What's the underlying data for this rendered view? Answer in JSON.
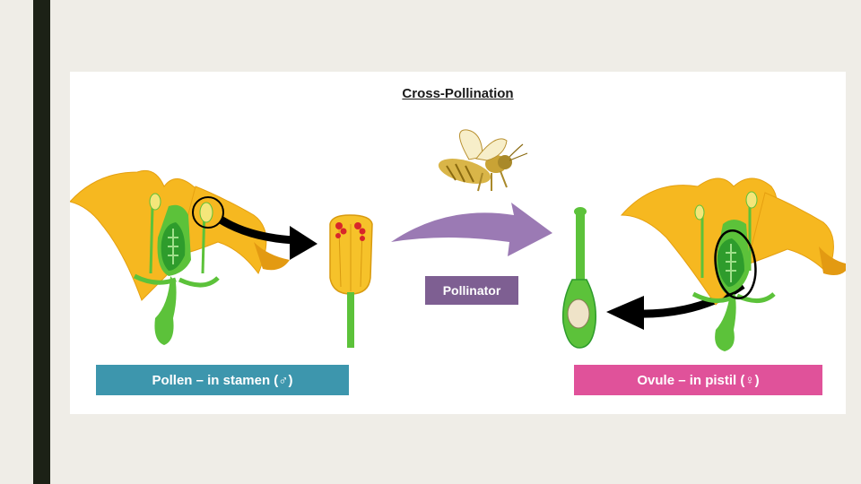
{
  "title": "Cross-Pollination",
  "pollinator_label": "Pollinator",
  "left_label": "Pollen – in stamen (♂)",
  "right_label": "Ovule – in pistil (♀)",
  "colors": {
    "petal": "#f6b820",
    "stem": "#5cc23a",
    "ovary": "#2e9c2c",
    "pollinator_arrow": "#9b7ab4",
    "pollinator_box": "#7e5f92",
    "pollen_box": "#3d96ad",
    "ovule_box": "#e0529a",
    "pollen": "#d8262a"
  },
  "icons": [
    "bee-icon",
    "flower-left",
    "flower-right",
    "anther-closeup",
    "pistil-closeup"
  ]
}
